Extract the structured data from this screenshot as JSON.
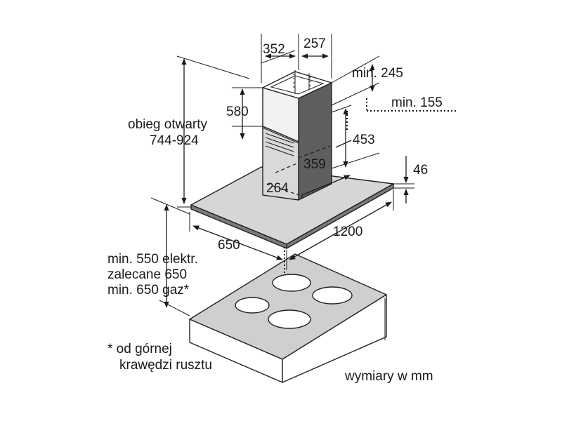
{
  "dimensions": {
    "d352": "352",
    "d257": "257",
    "min245": "min. 245",
    "min155": "min. 155",
    "d580": "580",
    "d453": "453",
    "d359": "359",
    "d264": "264",
    "d46": "46",
    "d650": "650",
    "d1200": "1200"
  },
  "labels": {
    "open_circuit_line1": "obieg otwarty",
    "open_circuit_line2": "744-924",
    "distance_line1": "min. 550 elektr.",
    "distance_line2": "zalecane 650",
    "distance_line3": "min. 650 gaz*",
    "footnote_line1": "* od górnej",
    "footnote_line2": "krawędzi rusztu",
    "units": "wymiary w mm"
  },
  "colors": {
    "chimney_top": "#d9d9d9",
    "chimney_light": "#f2f2f2",
    "chimney_dark": "#5e5e5e",
    "canopy_top": "#d6d6d6",
    "canopy_edge": "#7a7a7a",
    "hob_top": "#cfcfcf",
    "hob_front": "#ffffff",
    "burner": "#ffffff"
  }
}
